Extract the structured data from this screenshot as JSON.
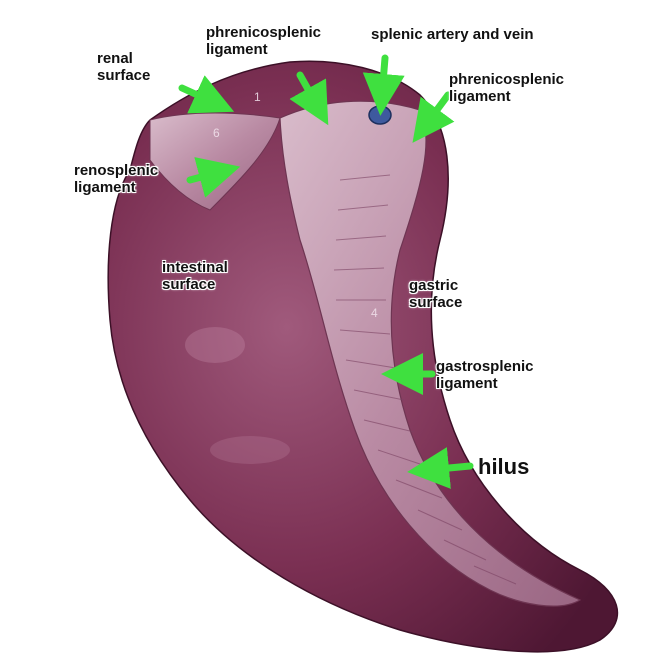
{
  "labels": {
    "renal_surface": "renal\nsurface",
    "phrenicosplenic_top": "phrenicosplenic\nligament",
    "splenic_vessels": "splenic artery and vein",
    "phrenicosplenic_right": "phrenicosplenic\nligament",
    "renosplenic": "renosplenic\nligament",
    "intestinal_surface": "intestinal\nsurface",
    "gastric_surface": "gastric\nsurface",
    "gastrosplenic": "gastrosplenic\nligament",
    "hilus": "hilus"
  },
  "numbers": {
    "n1": "1",
    "n6": "6",
    "n4": "4"
  },
  "colors": {
    "spleen": "#7a2f52",
    "spleen_dark": "#5c1f3d",
    "ligament": "#c8a3b8",
    "arrow": "#3fe03f"
  }
}
